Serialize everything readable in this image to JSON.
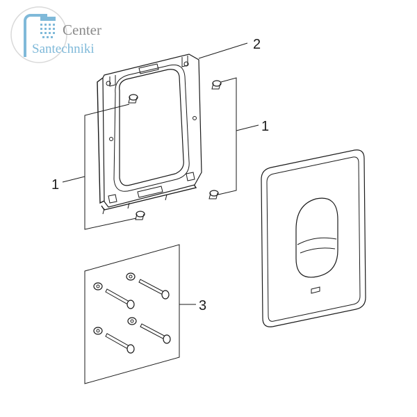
{
  "logo": {
    "line1": "Center",
    "line2": "Santechniki",
    "accent_color": "#7fb9d9",
    "text_color": "#8a8a8a"
  },
  "callouts": {
    "part_frame": "2",
    "part_screws_right": "1",
    "part_screws_left": "1",
    "part_fixing_set": "3"
  },
  "icons": {
    "logo": "shower-icon",
    "frame": "mounting-frame",
    "plate": "flush-plate",
    "screws": "screw-and-plug-set"
  }
}
